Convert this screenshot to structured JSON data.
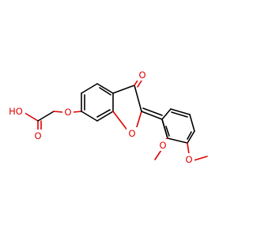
{
  "molecule": {
    "atoms": {
      "ho": {
        "label": "HO",
        "color": "#e00000"
      },
      "acid_o": {
        "label": "O",
        "color": "#e00000"
      },
      "ether_o": {
        "label": "O",
        "color": "#e00000"
      },
      "ring_o": {
        "label": "O",
        "color": "#e00000"
      },
      "ketone_o": {
        "label": "O",
        "color": "#e00000"
      },
      "ome2_o": {
        "label": "O",
        "color": "#e00000"
      },
      "ome4_o": {
        "label": "O",
        "color": "#e00000"
      }
    },
    "bond_color": "#000000"
  }
}
